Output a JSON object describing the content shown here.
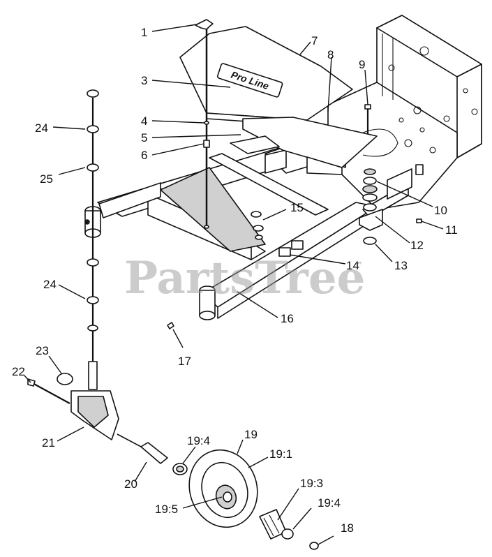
{
  "watermark": {
    "text": "PartsTree",
    "mark": "™"
  },
  "logo_plate_text": "Pro Line",
  "callouts": [
    {
      "id": "c1",
      "label": "1"
    },
    {
      "id": "c3",
      "label": "3"
    },
    {
      "id": "c4",
      "label": "4"
    },
    {
      "id": "c5",
      "label": "5"
    },
    {
      "id": "c6",
      "label": "6"
    },
    {
      "id": "c7",
      "label": "7"
    },
    {
      "id": "c8",
      "label": "8"
    },
    {
      "id": "c9",
      "label": "9"
    },
    {
      "id": "c10",
      "label": "10"
    },
    {
      "id": "c11",
      "label": "11"
    },
    {
      "id": "c12",
      "label": "12"
    },
    {
      "id": "c13",
      "label": "13"
    },
    {
      "id": "c14",
      "label": "14"
    },
    {
      "id": "c15",
      "label": "15"
    },
    {
      "id": "c16",
      "label": "16"
    },
    {
      "id": "c17",
      "label": "17"
    },
    {
      "id": "c18",
      "label": "18"
    },
    {
      "id": "c19",
      "label": "19"
    },
    {
      "id": "c19_1",
      "label": "19:1"
    },
    {
      "id": "c19_3",
      "label": "19:3"
    },
    {
      "id": "c19_4a",
      "label": "19:4"
    },
    {
      "id": "c19_4b",
      "label": "19:4"
    },
    {
      "id": "c19_5",
      "label": "19:5"
    },
    {
      "id": "c20",
      "label": "20"
    },
    {
      "id": "c21",
      "label": "21"
    },
    {
      "id": "c22",
      "label": "22"
    },
    {
      "id": "c23",
      "label": "23"
    },
    {
      "id": "c24a",
      "label": "24"
    },
    {
      "id": "c24b",
      "label": "24"
    },
    {
      "id": "c25",
      "label": "25"
    }
  ]
}
